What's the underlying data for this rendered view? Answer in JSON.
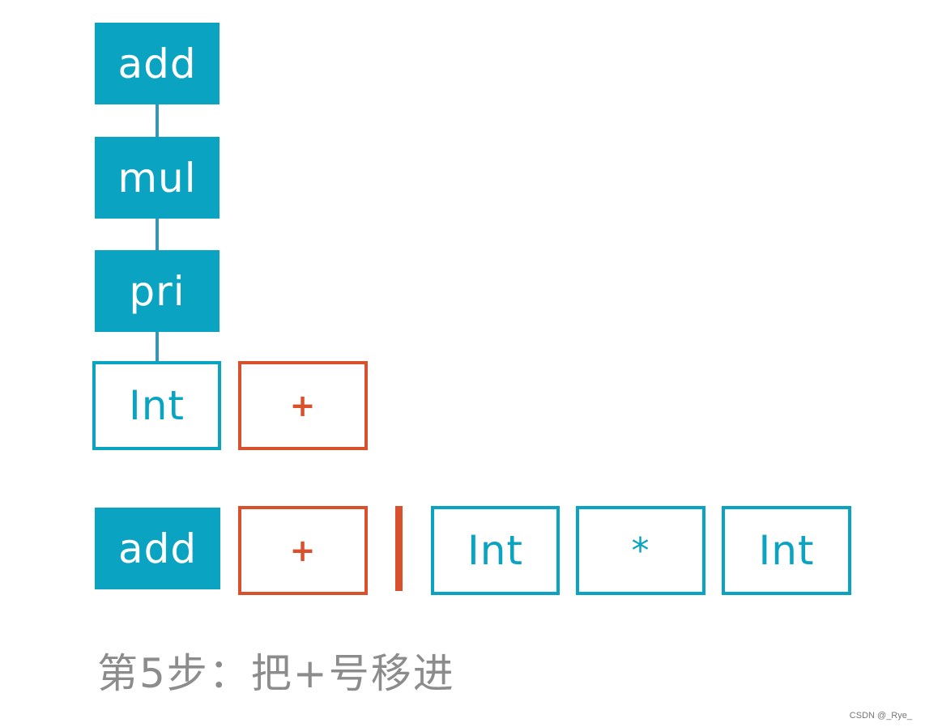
{
  "stack": {
    "nodes": [
      "add",
      "mul",
      "pri"
    ],
    "int_node": "Int",
    "plus_node": "+"
  },
  "row": {
    "stack_items": [
      "add",
      "+"
    ],
    "input_items": [
      "Int",
      "*",
      "Int"
    ]
  },
  "caption": "第5步：把+号移进",
  "watermark": "CSDN @_Rye_",
  "colors": {
    "node_fill": "#0aa4c2",
    "outline_blue": "#0aa4c2",
    "outline_red": "#d9512c",
    "connector": "#3a94b6",
    "caption": "#8c8c8c"
  }
}
